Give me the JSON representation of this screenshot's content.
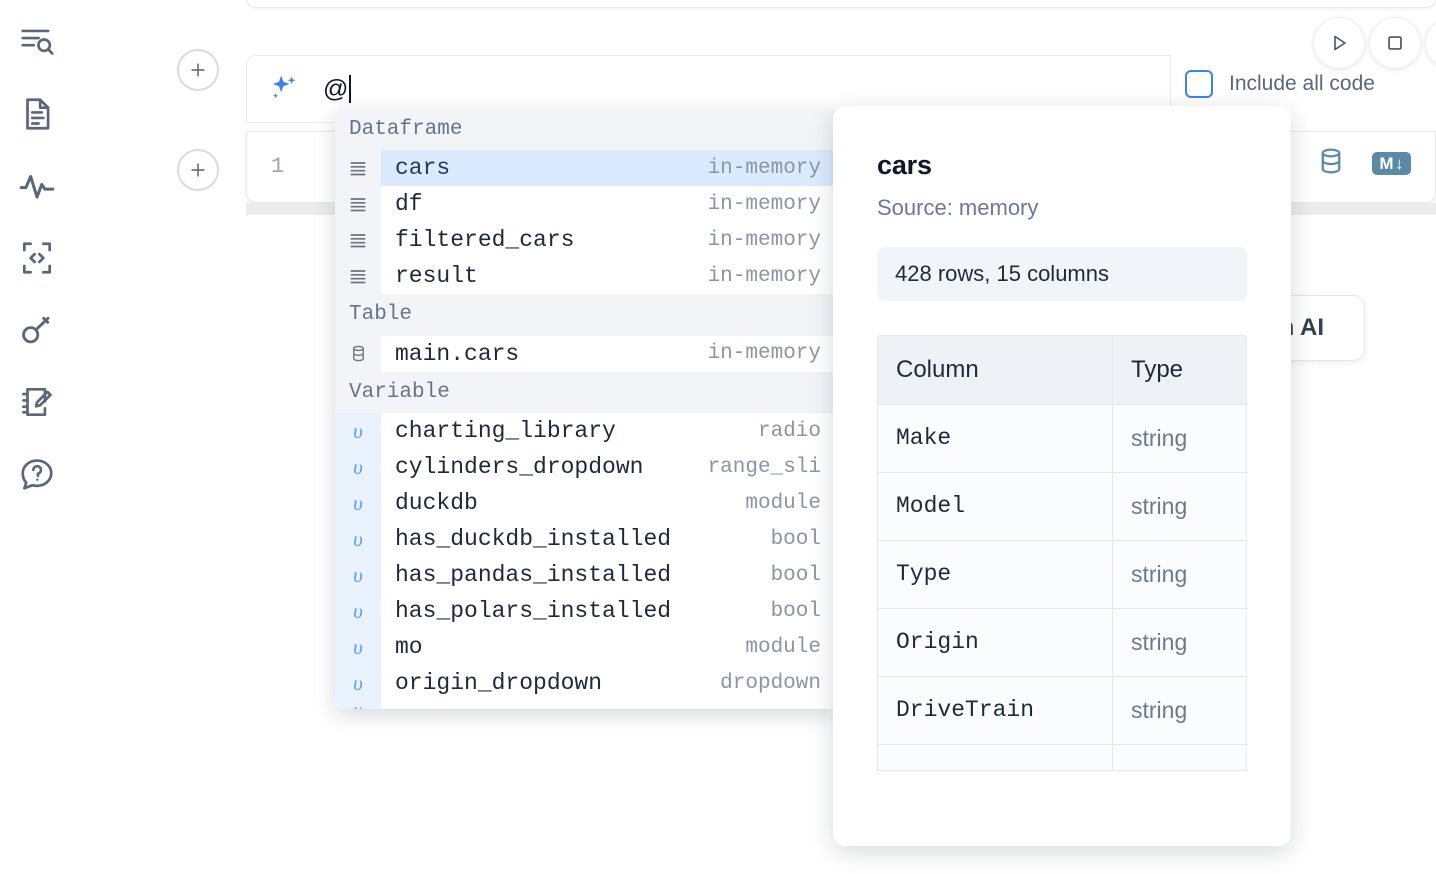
{
  "rail": {
    "items": [
      {
        "name": "explore-search-icon",
        "label": "Explore"
      },
      {
        "name": "notebook-file-icon",
        "label": "Notebook"
      },
      {
        "name": "activity-pulse-icon",
        "label": "Activity"
      },
      {
        "name": "snippets-code-icon",
        "label": "Snippets"
      },
      {
        "name": "secrets-key-icon",
        "label": "Secrets"
      },
      {
        "name": "scratchpad-edit-icon",
        "label": "Scratchpad"
      },
      {
        "name": "help-chat-icon",
        "label": "Help"
      }
    ]
  },
  "cell": {
    "line_number": "1",
    "add_button_label": "+",
    "database_icon": "database-icon",
    "markdown_badge": "M",
    "markdown_arrow": "↓"
  },
  "ai_bar": {
    "sparkle_icon": "ai-sparkle-icon",
    "value": "@",
    "placeholder": "",
    "run_icon": "play-icon",
    "stop_icon": "stop-icon"
  },
  "include_all_code": {
    "label": "Include all code",
    "checked": false
  },
  "ai_generate_button": {
    "label": "h AI"
  },
  "autocomplete": {
    "groups": [
      {
        "label": "Dataframe",
        "icon": "dataframe-rows-icon",
        "kind": "dataframe",
        "items": [
          {
            "name": "cars",
            "type": "in-memory",
            "selected": true
          },
          {
            "name": "df",
            "type": "in-memory",
            "selected": false
          },
          {
            "name": "filtered_cars",
            "type": "in-memory",
            "selected": false
          },
          {
            "name": "result",
            "type": "in-memory",
            "selected": false
          }
        ]
      },
      {
        "label": "Table",
        "icon": "database-icon",
        "kind": "table",
        "items": [
          {
            "name": "main.cars",
            "type": "in-memory",
            "selected": false
          }
        ]
      },
      {
        "label": "Variable",
        "icon": "variable-icon",
        "kind": "variable",
        "items": [
          {
            "name": "charting_library",
            "type": "radio",
            "selected": false
          },
          {
            "name": "cylinders_dropdown",
            "type": "range_sli",
            "selected": false
          },
          {
            "name": "duckdb",
            "type": "module",
            "selected": false
          },
          {
            "name": "has_duckdb_installed",
            "type": "bool",
            "selected": false
          },
          {
            "name": "has_pandas_installed",
            "type": "bool",
            "selected": false
          },
          {
            "name": "has_polars_installed",
            "type": "bool",
            "selected": false
          },
          {
            "name": "mo",
            "type": "module",
            "selected": false
          },
          {
            "name": "origin_dropdown",
            "type": "dropdown",
            "selected": false
          }
        ]
      }
    ]
  },
  "doc_panel": {
    "title": "cars",
    "source": "Source: memory",
    "shape": "428 rows, 15 columns",
    "table": {
      "headers": [
        "Column",
        "Type"
      ],
      "rows": [
        [
          "Make",
          "string"
        ],
        [
          "Model",
          "string"
        ],
        [
          "Type",
          "string"
        ],
        [
          "Origin",
          "string"
        ],
        [
          "DriveTrain",
          "string"
        ]
      ]
    }
  },
  "colors": {
    "accent_blue": "#3b82f6",
    "selection_blue": "#dbeafe",
    "icon_slate": "#5b6779",
    "tool_steel": "#5b8aa8",
    "muted_text": "#8b95a5",
    "group_header_bg": "#f2f4f7"
  }
}
